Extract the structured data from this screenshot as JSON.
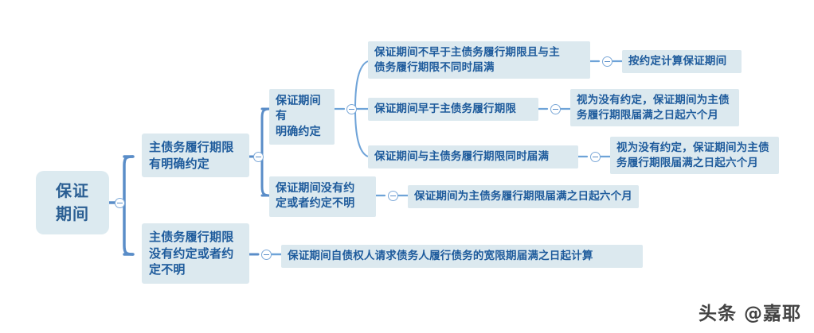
{
  "diagram": {
    "type": "mindmap",
    "root": {
      "label": "保证\n期间"
    },
    "branches": [
      {
        "label": "主债务履行期限\n有明确约定",
        "children": [
          {
            "label": "保证期间有\n明确约定",
            "children": [
              {
                "label": "保证期间不早于主债务履行期限且与主\n债务履行期限不同时届满",
                "children": [
                  {
                    "label": "按约定计算保证期间"
                  }
                ]
              },
              {
                "label": "保证期间早于主债务履行期限",
                "children": [
                  {
                    "label": "视为没有约定，保证期间为主债\n务履行期限届满之日起六个月"
                  }
                ]
              },
              {
                "label": "保证期间与主债务履行期限同时届满",
                "children": [
                  {
                    "label": "视为没有约定，保证期间为主债\n务履行期限届满之日起六个月"
                  }
                ]
              }
            ]
          },
          {
            "label": "保证期间没有约\n定或者约定不明",
            "children": [
              {
                "label": "保证期间为主债务履行期限届满之日起六个月"
              }
            ]
          }
        ]
      },
      {
        "label": "主债务履行期限\n没有约定或者约\n定不明",
        "children": [
          {
            "label": "保证期间自债权人请求债务人履行债务的宽限期届满之日起计算"
          }
        ]
      }
    ]
  },
  "watermark": {
    "text": "头条 @嘉耶"
  },
  "colors": {
    "node_background": "#dce9ef",
    "node_text": "#1e5b9c",
    "link_thick": "#5a8dc8",
    "link_thin": "#6ea3d8",
    "canvas_background": "#ffffff"
  }
}
